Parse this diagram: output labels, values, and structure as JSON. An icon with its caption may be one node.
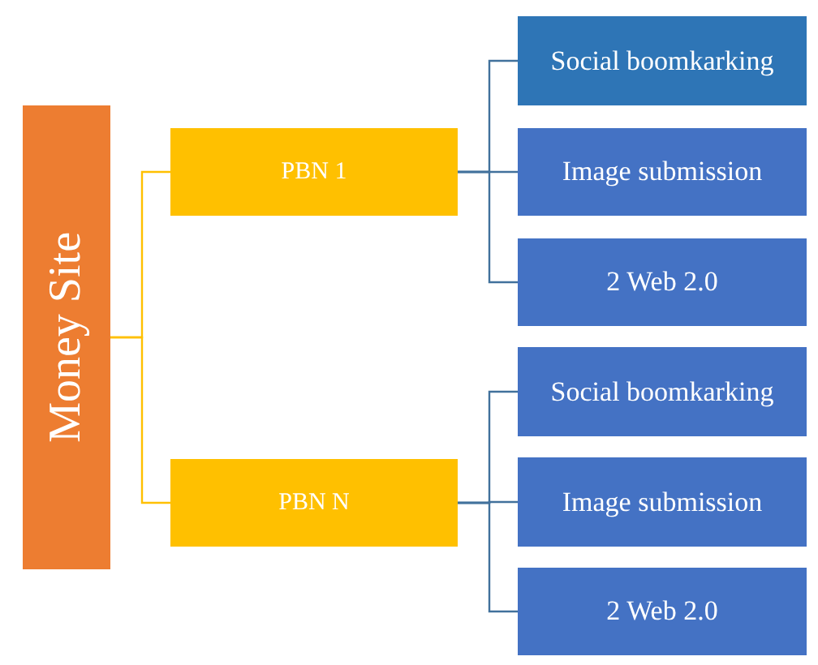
{
  "diagram": {
    "nodes": [
      {
        "text": [
          "Money Site"
        ]
      },
      {
        "text": [
          "PBN 1"
        ]
      },
      {
        "text": [
          "Social boomkarking"
        ]
      },
      {
        "text": [
          "Image submission"
        ]
      },
      {
        "text": [
          "2 Web 2.0"
        ]
      },
      {
        "text": [
          "PBN N"
        ]
      },
      {
        "text": [
          "Social boomkarking"
        ]
      },
      {
        "text": [
          "Image submission"
        ]
      },
      {
        "text": [
          "2 Web 2.0"
        ]
      }
    ],
    "edges": [
      {
        "from": 0,
        "to": 1,
        "arrow": "none",
        "color": "#ffc000"
      },
      {
        "from": 0,
        "to": 5,
        "arrow": "none",
        "color": "#ffc000"
      },
      {
        "from": 1,
        "to": 2,
        "arrow": "none"
      },
      {
        "from": 1,
        "to": 3,
        "arrow": "none"
      },
      {
        "from": 1,
        "to": 4,
        "arrow": "none"
      },
      {
        "from": 5,
        "to": 6,
        "arrow": "none"
      },
      {
        "from": 5,
        "to": 7,
        "arrow": "none"
      },
      {
        "from": 5,
        "to": 8,
        "arrow": "none"
      }
    ]
  }
}
